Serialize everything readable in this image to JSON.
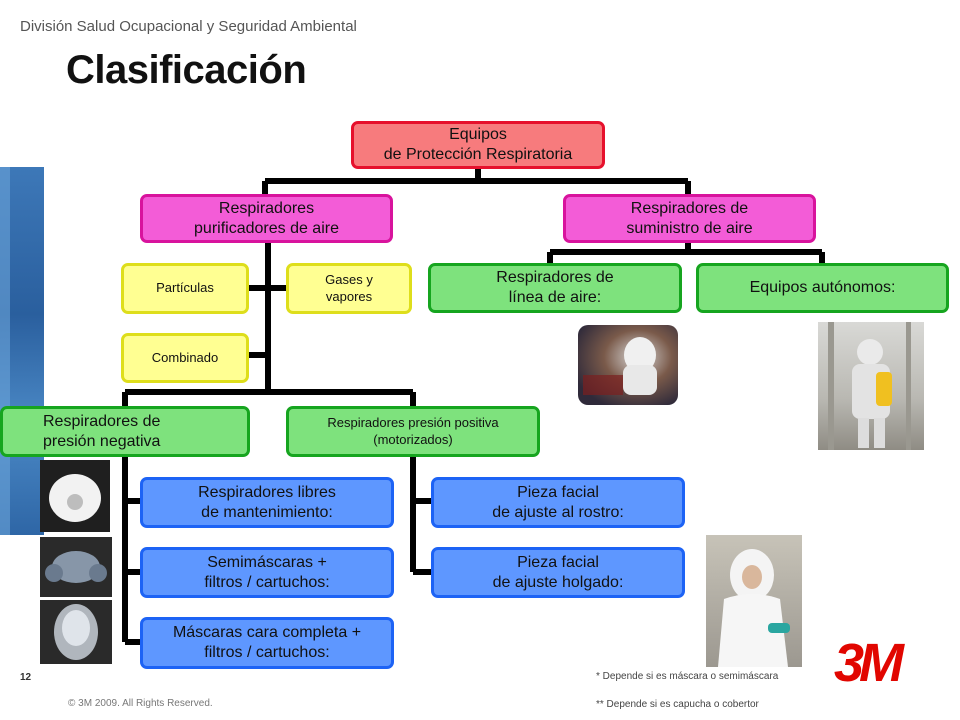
{
  "header": {
    "division": "División Salud Ocupacional y Seguridad Ambiental",
    "title": "Clasificación"
  },
  "diagram": {
    "root": "Equipos\nde Protección Respiratoria",
    "purificadores": "Respiradores\npurificadores de aire",
    "suministro": "Respiradores de\nsuministro de aire",
    "particulas": "Partículas",
    "gases": "Gases y\nvapores",
    "combinado": "Combinado",
    "linea_aire": "Respiradores de\nlínea de aire:",
    "autonomos": "Equipos autónomos:",
    "presion_negativa": "Respiradores de\npresión negativa",
    "presion_positiva": "Respiradores presión positiva\n(motorizados)",
    "libres_mantenimiento": "Respiradores libres\nde mantenimiento:",
    "semimascaras": "Semimáscaras +\nfiltros / cartuchos:",
    "mascaras_completa": "Máscaras cara completa +\nfiltros / cartuchos:",
    "ajuste_rostro": "Pieza facial\nde ajuste al rostro:",
    "ajuste_holgado": "Pieza facial\nde ajuste holgado:"
  },
  "notes": {
    "note1": "* Depende si es máscara o semimáscara",
    "note2": "** Depende si es capucha o cobertor"
  },
  "footer": {
    "copyright": "© 3M 2009.  All Rights Reserved.",
    "page_number": "12",
    "logo": "3M"
  },
  "colors": {
    "red": "#f77b7d",
    "magenta": "#f35cd7",
    "yellow": "#ffff92",
    "green": "#7ee27d",
    "blue": "#5e97ff",
    "brand": "#e10600"
  }
}
